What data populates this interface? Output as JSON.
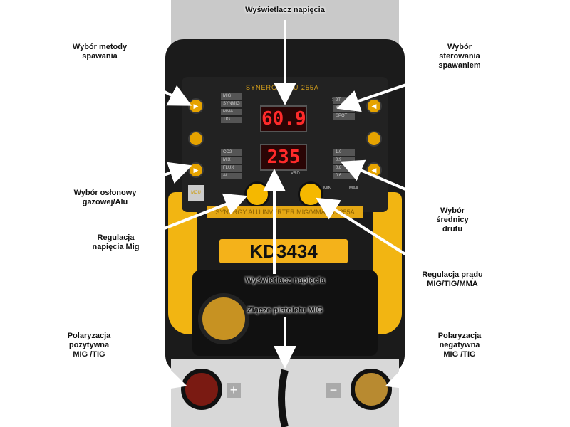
{
  "machine": {
    "model_title": "SYNERGY ALU 255A",
    "display_top": "60.9",
    "display_bottom": "235",
    "plate": "KD3434",
    "strip": "SYNERGY ALU INVERTER MIG/MMA/TIG 255A",
    "mcu": "MCU",
    "min": "MIN",
    "max": "MAX",
    "vrd": "VRD",
    "s": "S",
    "modes": [
      "MIG",
      "SYNMIG",
      "MMA",
      "TIG"
    ],
    "gases": [
      "CO2",
      "MIX",
      "FLUX",
      "AL"
    ],
    "control": [
      "2T",
      "4T",
      "SPOT"
    ],
    "wire": [
      "1.0",
      "0.9",
      "0.8",
      "0.6"
    ],
    "plus": "+",
    "minus": "−"
  },
  "labels": {
    "display_voltage_top": "Wyświetlacz napięcia",
    "method": "Wybór metody spawania",
    "control": "Wybór sterowania spawaniem",
    "gas": "Wybór osłonowy gazowej/Alu",
    "voltage_reg": "Regulacja napięcia Mig",
    "wire_dia": "Wybór średnicy drutu",
    "display_voltage_mid": "Wyświetlacz napięcia",
    "current_reg": "Regulacja prądu MIG/TIG/MMA",
    "gun": "Złącze pistoletu MIG",
    "positive": "Polaryzacja pozytywna MIG /TIG",
    "negative": "Polaryzacja negatywna MIG /TIG"
  }
}
